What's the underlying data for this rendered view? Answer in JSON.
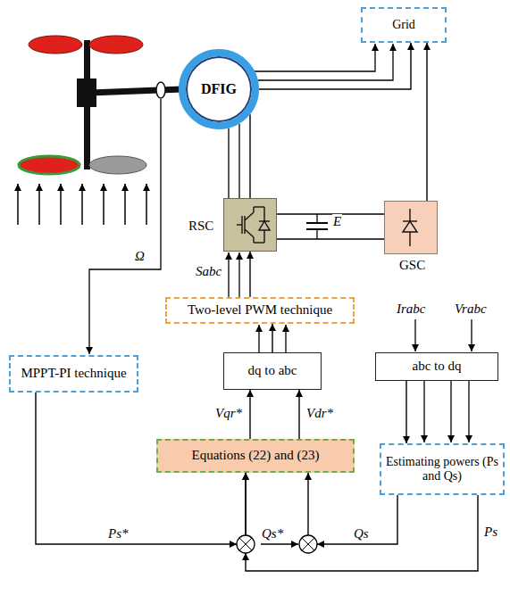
{
  "diagram": {
    "nodes": [
      {
        "text": [
          "Grid"
        ]
      },
      {
        "text": [
          "DFIG"
        ]
      },
      {
        "text": [
          "RSC"
        ]
      },
      {
        "text": [
          "GSC"
        ]
      },
      {
        "text": [
          "Two-level PWM technique"
        ]
      },
      {
        "text": [
          "MPPT-PI technique"
        ]
      },
      {
        "text": [
          "dq to abc"
        ]
      },
      {
        "text": [
          "abc to dq"
        ]
      },
      {
        "text": [
          "Equations (22) and (23)"
        ]
      },
      {
        "text": [
          "Estimating powers (Ps and Qs)"
        ]
      }
    ],
    "edges": [
      {
        "from": 1,
        "to": 0,
        "arrow": "to"
      },
      {
        "from": 3,
        "to": 0,
        "arrow": "to"
      },
      {
        "from": 2,
        "to": 1,
        "arrow": "none"
      },
      {
        "from": 2,
        "to": 3,
        "arrow": "none"
      },
      {
        "from": 4,
        "to": 2,
        "arrow": "to",
        "label": "Sabc"
      },
      {
        "from": 6,
        "to": 4,
        "arrow": "to"
      },
      {
        "from": 8,
        "to": 6,
        "arrow": "to",
        "label": "Vqr*"
      },
      {
        "from": 8,
        "to": 6,
        "arrow": "to",
        "label": "Vdr*"
      },
      {
        "from": 5,
        "to": 8,
        "arrow": "to",
        "label": "Ps*"
      },
      {
        "from": 9,
        "to": 8,
        "arrow": "to",
        "label": "Qs"
      },
      {
        "from": 9,
        "to": 8,
        "arrow": "to",
        "label": "Ps"
      },
      {
        "from": 7,
        "to": 9,
        "arrow": "to"
      }
    ],
    "labels": [
      "Ω",
      "E",
      "Irabc",
      "Vrabc",
      "Qs*"
    ]
  }
}
